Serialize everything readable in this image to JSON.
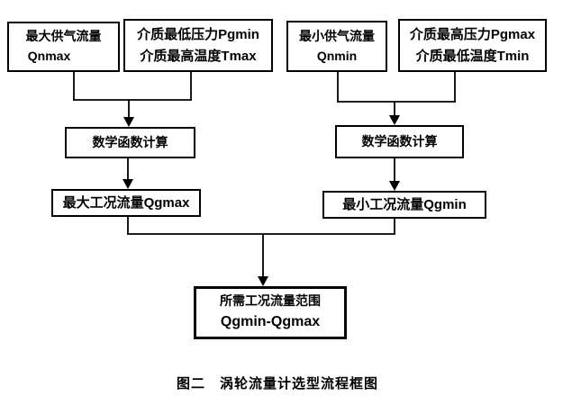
{
  "colors": {
    "background": "#ffffff",
    "line": "#000000",
    "text": "#000000"
  },
  "flowchart": {
    "boxes": {
      "qnmax": {
        "line1": "最大供气流量",
        "line2": "Qnmax"
      },
      "pgmin_tmax": {
        "line1": "介质最低压力Pgmin",
        "line2": "介质最高温度Tmax"
      },
      "qnmin": {
        "line1": "最小供气流量",
        "line2": "Qnmin"
      },
      "pgmax_tmin": {
        "line1": "介质最高压力Pgmax",
        "line2": "介质最低温度Tmin"
      },
      "calc_left": {
        "label": "数学函数计算"
      },
      "calc_right": {
        "label": "数学函数计算"
      },
      "qgmax": {
        "label": "最大工况流量Qgmax"
      },
      "qgmin": {
        "label": "最小工况流量Qgmin"
      },
      "result": {
        "line1": "所需工况流量范围",
        "line2": "Qgmin-Qgmax"
      }
    }
  },
  "caption": "图二　涡轮流量计选型流程框图"
}
